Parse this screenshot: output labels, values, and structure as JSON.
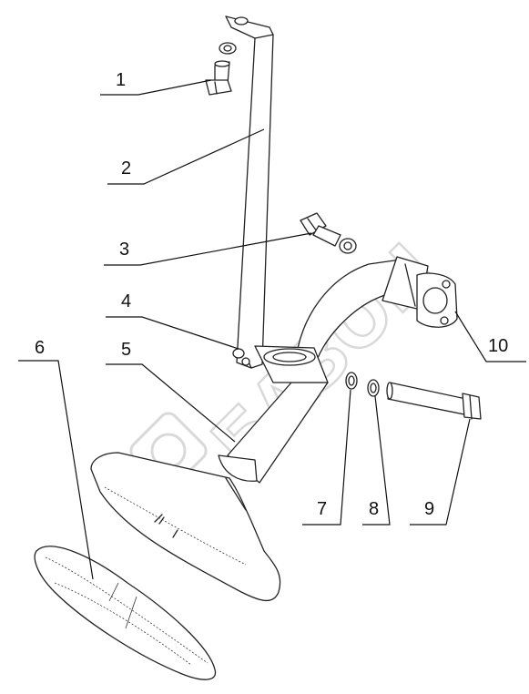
{
  "watermark": "БАЗОН",
  "callouts": [
    {
      "id": "1",
      "label": "1"
    },
    {
      "id": "2",
      "label": "2"
    },
    {
      "id": "3",
      "label": "3"
    },
    {
      "id": "4",
      "label": "4"
    },
    {
      "id": "5",
      "label": "5"
    },
    {
      "id": "6",
      "label": "6"
    },
    {
      "id": "7",
      "label": "7"
    },
    {
      "id": "8",
      "label": "8"
    },
    {
      "id": "9",
      "label": "9"
    },
    {
      "id": "10",
      "label": "10"
    }
  ]
}
